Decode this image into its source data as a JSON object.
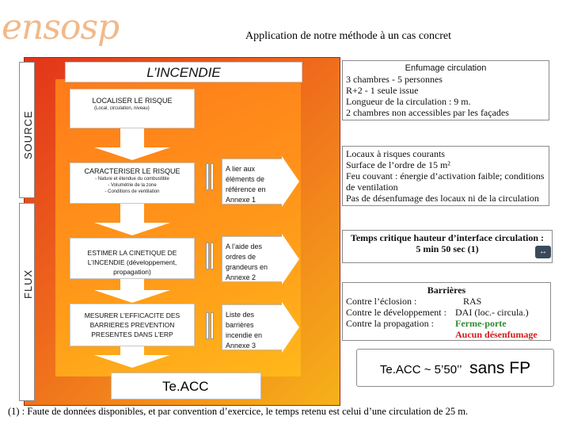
{
  "logo": {
    "text": "ensosp"
  },
  "slide": {
    "title": "Application de notre méthode à un cas concret"
  },
  "diagram": {
    "header": "L’INCENDIE",
    "side_labels": {
      "source": "SOURCE",
      "flux": "FLUX"
    },
    "steps": [
      {
        "title": "LOCALISER LE RISQUE",
        "sub": [
          "(Local, circulation, niveau)"
        ]
      },
      {
        "title": "CARACTERISER LE RISQUE",
        "sub": [
          "- Nature et étendue du combustible",
          "- Volumétrie de la zone",
          "- Conditions de ventilation"
        ]
      },
      {
        "title": "ESTIMER LA CINETIQUE DE L’INCENDIE (développement, propagation)",
        "sub": []
      },
      {
        "title": "MESURER L’EFFICACITE DES BARRIERES PREVENTION PRESENTES DANS L’ERP",
        "sub": []
      }
    ],
    "side_arrows": [
      "A lier aux éléments de référence en Annexe 1",
      "A l’aide des ordres de grandeurs en Annexe 2",
      "Liste des barrières incendie en Annexe 3"
    ],
    "result": "Te.ACC"
  },
  "info_boxes": {
    "enfumage": {
      "title": "Enfumage circulation",
      "lines": [
        "3 chambres - 5 personnes",
        "R+2 - 1 seule issue",
        "Longueur de la circulation : 9 m.",
        "2 chambres non accessibles par les façades"
      ]
    },
    "locaux": {
      "lines": [
        "Locaux à risques courants",
        "Surface de l’ordre de 15 m²",
        "Feu couvant : énergie d’activation faible; conditions de ventilation",
        "Pas de désenfumage des locaux ni de la circulation"
      ]
    },
    "temps": {
      "line1": "Temps critique hauteur d’interface circulation :",
      "line2": "5 min 50 sec (1)"
    },
    "barrieres": {
      "title": "Barrières",
      "rows": [
        {
          "label": "Contre l’éclosion :",
          "value": "RAS",
          "color": "#111111",
          "bold": false
        },
        {
          "label": "Contre le développement :",
          "value": "DAI (loc.- circula.)",
          "color": "#111111",
          "bold": false
        },
        {
          "label": "Contre la propagation :",
          "value": "Ferme-porte",
          "color": "#2e8b2e",
          "bold": true
        },
        {
          "label": "",
          "value": "Aucun désenfumage",
          "color": "#d21a1a",
          "bold": true
        }
      ]
    },
    "teacc": {
      "part1": "Te.ACC ~ 5’50’’",
      "part2": "sans FP"
    }
  },
  "footnote": "(1) : Faute de données disponibles, et par convention d’exercice, le temps retenu est celui d’une circulation de 25 m.",
  "colors": {
    "frame_red": "#e2341a",
    "frame_yellow": "#f6b21a",
    "logo": "#f2b98a",
    "green": "#2e8b2e",
    "red": "#d21a1a"
  },
  "icons": {
    "expand": "expand-icon"
  }
}
